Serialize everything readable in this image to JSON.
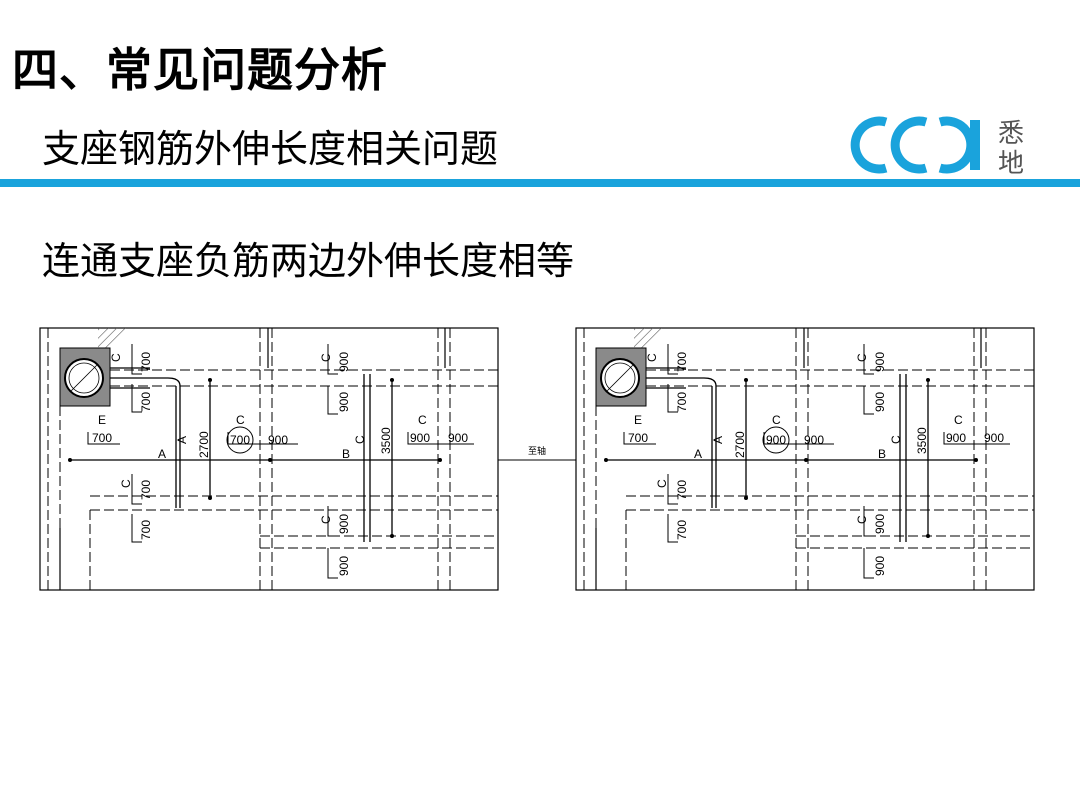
{
  "slide": {
    "section_title": "四、常见问题分析",
    "subtitle": "支座钢筋外伸长度相关问题",
    "body_text": "连通支座负筋两边外伸长度相等"
  },
  "logo": {
    "mark": "CCDI",
    "text_top": "悉",
    "text_bottom": "地",
    "color": "#1aa3dc"
  },
  "colors": {
    "accent": "#1aa3dc",
    "column_fill": "#8a8a8a"
  },
  "drawing": {
    "connector_label": "至轴",
    "left_plan": {
      "dims": {
        "c1a": "C",
        "c1_top": "700",
        "c1_bot": "700",
        "e": "E",
        "e_val": "700",
        "axis_a": "A",
        "dim_2700": "2700",
        "c_mid": "C",
        "c_mid_left": "700",
        "c_mid_right": "900",
        "c2": "C",
        "c2_top": "700",
        "c2_bot": "700",
        "span_a": "A",
        "span_b": "B",
        "c3": "C",
        "c3_top": "900",
        "c3_bot": "900",
        "axis_c": "C",
        "dim_3500": "3500",
        "c_right": "C",
        "c_right_left": "900",
        "c_right_right": "900",
        "c4": "C",
        "c4_top": "900",
        "c4_bot": "900"
      }
    },
    "right_plan": {
      "dims": {
        "c1a": "C",
        "c1_top": "700",
        "c1_bot": "700",
        "e": "E",
        "e_val": "700",
        "axis_a": "A",
        "dim_2700": "2700",
        "c_mid": "C",
        "c_mid_left": "900",
        "c_mid_right": "900",
        "c2": "C",
        "c2_top": "700",
        "c2_bot": "700",
        "span_a": "A",
        "span_b": "B",
        "c3": "C",
        "c3_top": "900",
        "c3_bot": "900",
        "axis_c": "C",
        "dim_3500": "3500",
        "c_right": "C",
        "c_right_left": "900",
        "c_right_right": "900",
        "c4": "C",
        "c4_top": "900",
        "c4_bot": "900"
      }
    }
  }
}
